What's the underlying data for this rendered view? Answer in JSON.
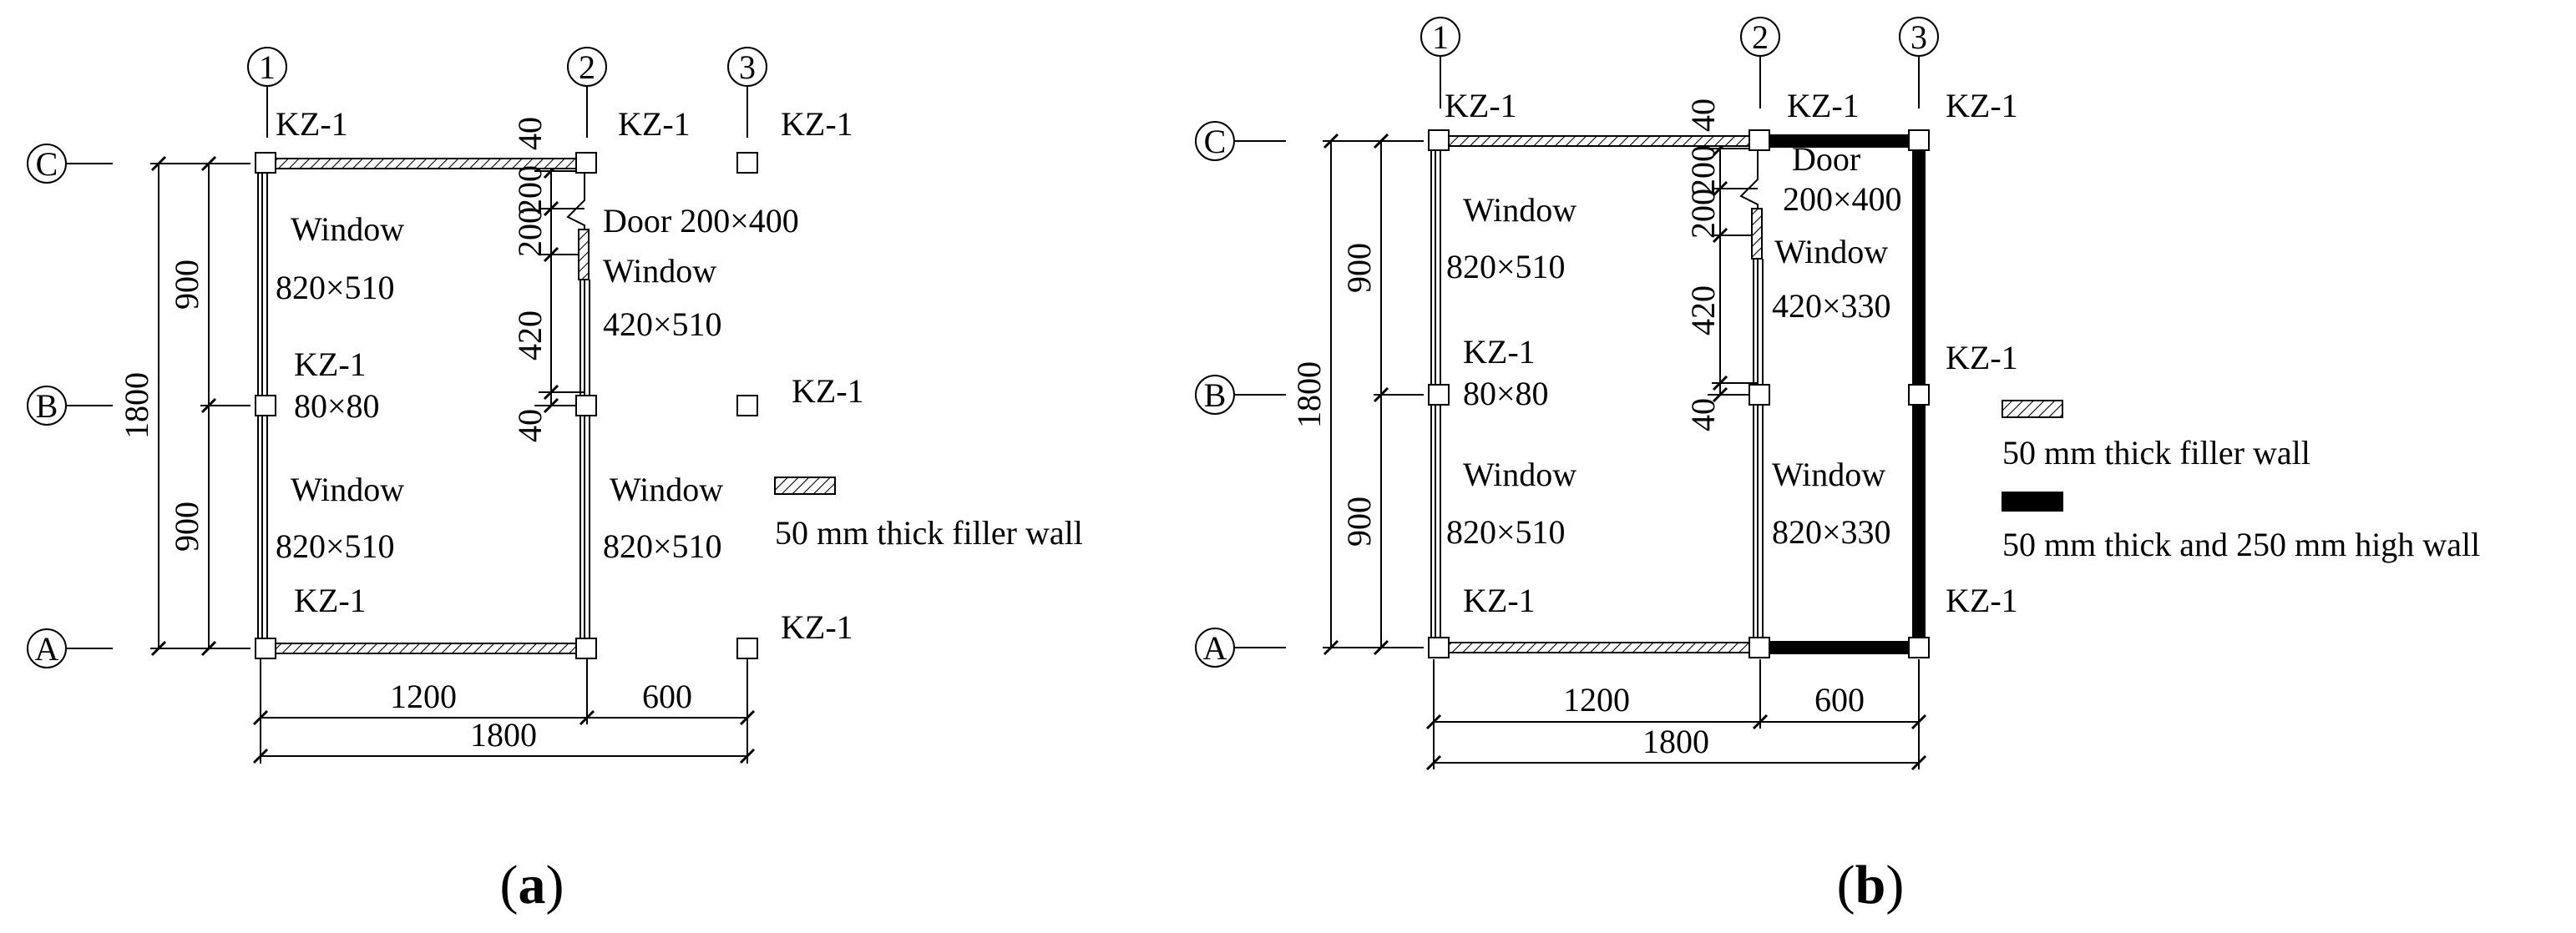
{
  "figure": {
    "panel_a": {
      "caption": "a",
      "axis_numbers": [
        "1",
        "2",
        "3"
      ],
      "axis_letters": [
        "C",
        "B",
        "A"
      ],
      "dims_left": [
        "900",
        "900",
        "1800"
      ],
      "dims_right": [
        "40",
        "200",
        "200",
        "420",
        "40"
      ],
      "dims_bottom": [
        "1200",
        "600",
        "1800"
      ],
      "column_labels": [
        "KZ-1",
        "KZ-1",
        "KZ-1",
        "KZ-1",
        "KZ-1",
        "KZ-1",
        "KZ-1"
      ],
      "column_size": "80×80",
      "window_label": "Window",
      "window_size_left_top": "820×510",
      "window_size_left_bottom": "820×510",
      "window_size_right_top": "420×510",
      "window_size_right_bottom": "820×510",
      "door_label": "Door 200×400",
      "legend_filler": "50 mm thick filler wall"
    },
    "panel_b": {
      "caption": "b",
      "axis_numbers": [
        "1",
        "2",
        "3"
      ],
      "axis_letters": [
        "C",
        "B",
        "A"
      ],
      "dims_left": [
        "900",
        "900",
        "1800"
      ],
      "dims_right": [
        "40",
        "200",
        "200",
        "420",
        "40"
      ],
      "dims_bottom": [
        "1200",
        "600",
        "1800"
      ],
      "column_labels": [
        "KZ-1",
        "KZ-1",
        "KZ-1",
        "KZ-1",
        "KZ-1",
        "KZ-1"
      ],
      "column_size": "80×80",
      "window_label": "Window",
      "window_size_left_top": "820×510",
      "window_size_left_bottom": "820×510",
      "window_size_right_top": "420×330",
      "window_size_right_bottom": "820×330",
      "door_label": "Door",
      "door_size": "200×400",
      "legend_filler": "50 mm thick  filler wall",
      "legend_high_wall": "50 mm thick and 250 mm high wall"
    }
  },
  "colors": {
    "line": "#000000",
    "background": "#ffffff"
  }
}
